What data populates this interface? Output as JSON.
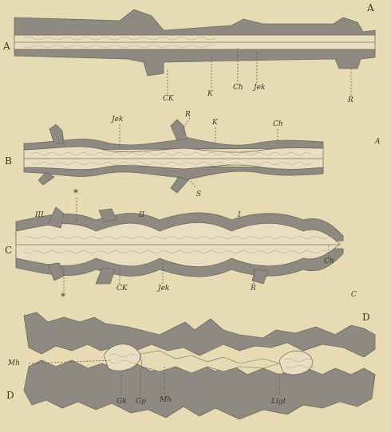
{
  "figure": {
    "panels": [
      {
        "id": "A",
        "letter": "A",
        "label": "A",
        "annotations": [
          "CK",
          "K",
          "Ch",
          "Jek",
          "R"
        ]
      },
      {
        "id": "B",
        "letter": "B",
        "label": "A",
        "annotations": [
          "Jek",
          "R",
          "K",
          "Ch",
          "S"
        ]
      },
      {
        "id": "C",
        "letter": "C",
        "label": "C",
        "roman": [
          "III",
          "II",
          "I"
        ],
        "annotations": [
          "*",
          "CK",
          "Jek",
          "R",
          "Ch",
          "*"
        ]
      },
      {
        "id": "D",
        "letter": "D",
        "label": "D",
        "annotations": [
          "Mh",
          "Gk",
          "Gp",
          "Mh",
          "Ligt"
        ]
      }
    ]
  },
  "colors": {
    "background": "#e7dbb3",
    "bone": "#8e8a82",
    "cartilage": "#e9dfc0",
    "ink": "#3b342a"
  }
}
